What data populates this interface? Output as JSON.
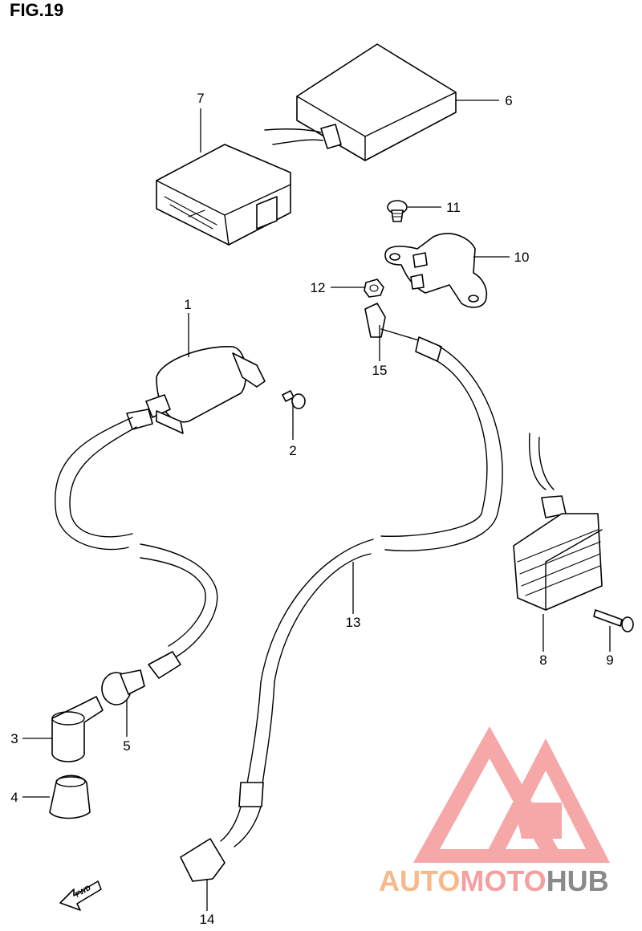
{
  "figure": {
    "title": "FIG.19"
  },
  "callouts": {
    "c1": "1",
    "c2": "2",
    "c3": "3",
    "c4": "4",
    "c5": "5",
    "c6": "6",
    "c7": "7",
    "c8": "8",
    "c9": "9",
    "c10": "10",
    "c11": "11",
    "c12": "12",
    "c13": "13",
    "c14": "14",
    "c15": "15"
  },
  "fwd_arrow": {
    "label": "FWD"
  },
  "watermark": {
    "part1": "AUTO",
    "part2": "MOTO",
    "part3": "HUB",
    "colors": {
      "auto": "#f7b98a",
      "moto": "#f4a0a0",
      "hub": "#8a8a8a",
      "logo": "#f48a8a"
    }
  }
}
